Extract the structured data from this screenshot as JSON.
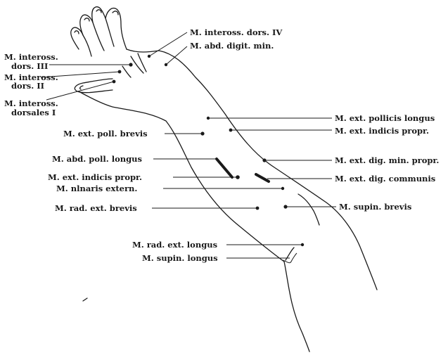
{
  "diagram": {
    "labels": {
      "inteross_dors_iv": "M. inteross. dors. IV",
      "abd_digit_min": "M. abd. digit. min.",
      "inteross_dors_iii_line1": "M. inteross.",
      "inteross_dors_iii_line2": "dors. III",
      "inteross_dors_ii_line1": "M. inteross.",
      "inteross_dors_ii_line2": "dors. II",
      "inteross_dorsales_i_line1": "M. inteross.",
      "inteross_dorsales_i_line2": "dorsales I",
      "ext_pollicis_longus": "M. ext. pollicis longus",
      "ext_indicis_propr_right": "M. ext. indicis propr.",
      "ext_poll_brevis": "M. ext. poll. brevis",
      "abd_poll_longus": "M. abd. poll. longus",
      "ext_dig_min_propr": "M. ext. dig. min. propr.",
      "ext_indicis_propr_left": "M. ext. indicis propr.",
      "ext_dig_communis": "M. ext. dig. communis",
      "ulnaris_extern": "M. nlnaris extern.",
      "rad_ext_brevis": "M. rad. ext. brevis",
      "supin_brevis": "M. supin. brevis",
      "rad_ext_longus": "M. rad. ext. longus",
      "supin_longus": "M. supin. longus"
    }
  }
}
